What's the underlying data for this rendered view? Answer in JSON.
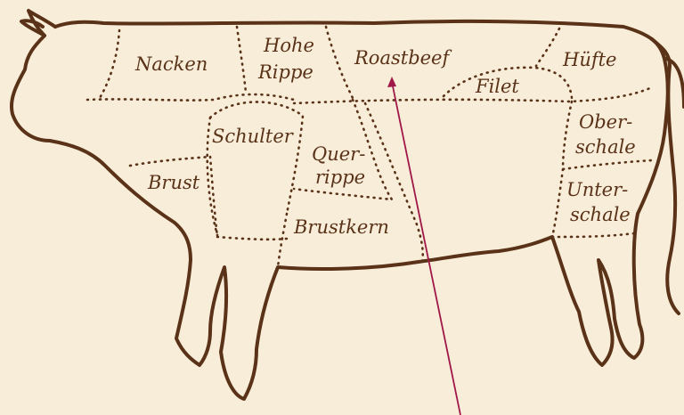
{
  "colors": {
    "background": "#f7edd9",
    "outline": "#5a3218",
    "pointer": "#a01848"
  },
  "cuts": {
    "nacken": "Nacken",
    "hohe_rippe": [
      "Hohe",
      "Rippe"
    ],
    "roastbeef": "Roastbeef",
    "filet": "Filet",
    "huefte": "Hüfte",
    "schulter": "Schulter",
    "querrippe": [
      "Quer-",
      "rippe"
    ],
    "brust": "Brust",
    "brustkern": "Brustkern",
    "oberschale": [
      "Ober-",
      "schale"
    ],
    "unterschale": [
      "Unter-",
      "schale"
    ]
  },
  "pointer_target": "roastbeef"
}
